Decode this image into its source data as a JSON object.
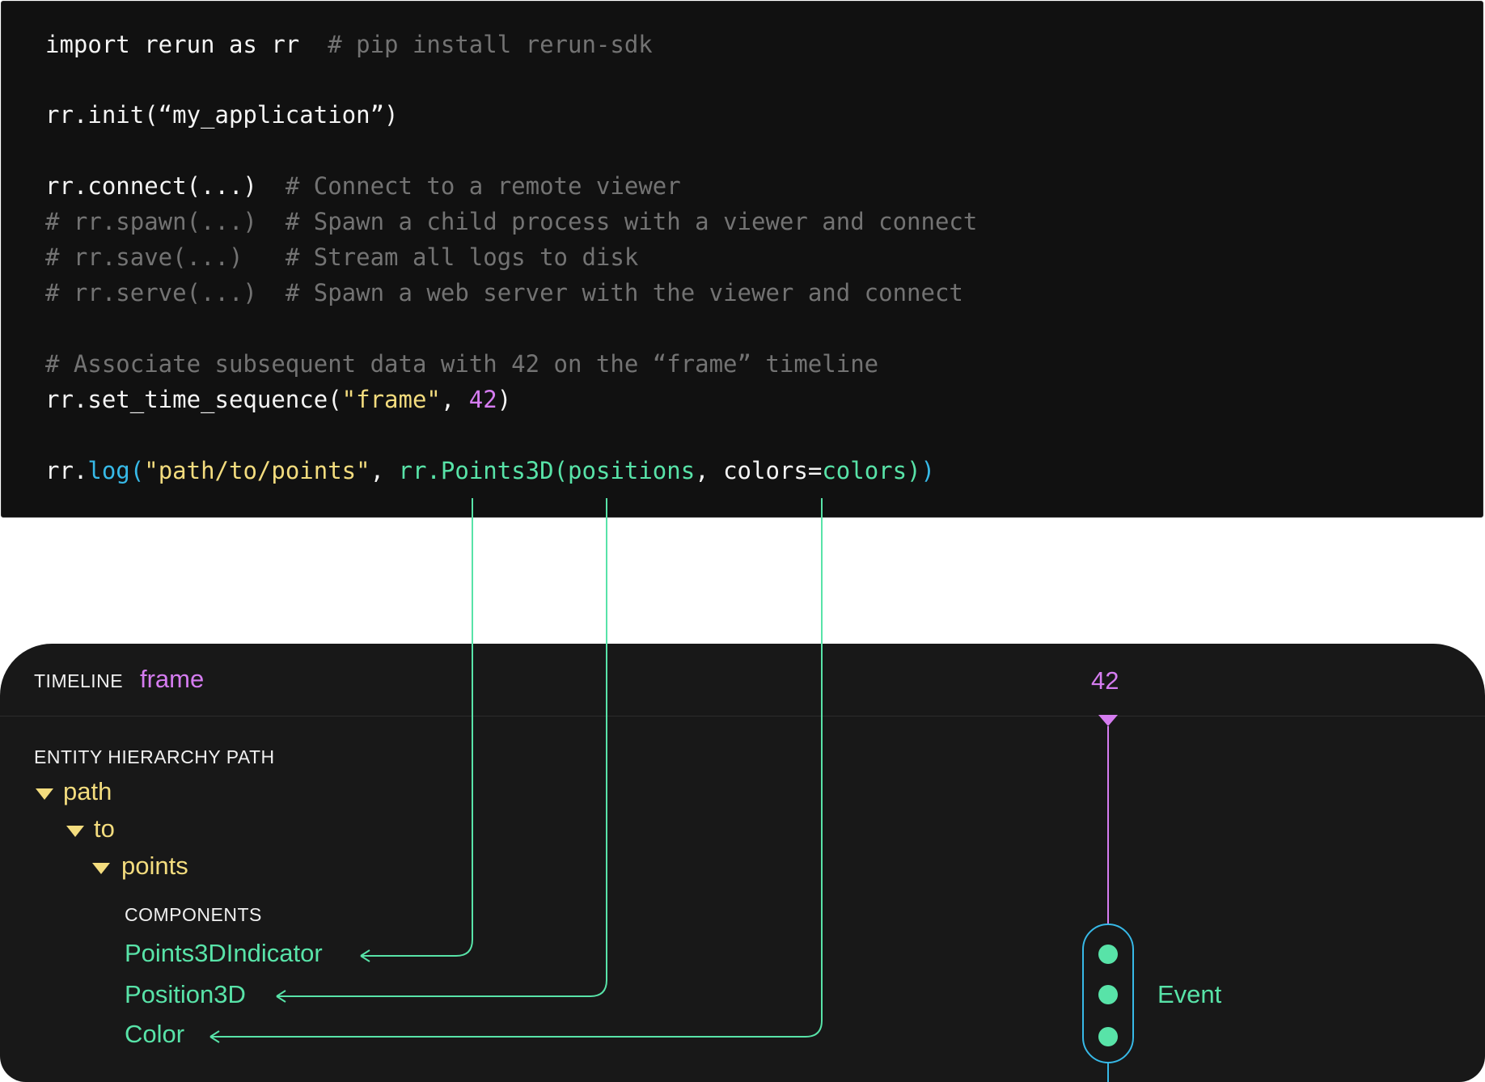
{
  "code": {
    "line_import": "import rerun as rr",
    "comment_install": "# pip install rerun-sdk",
    "line_init": "rr.init(“my_application”)",
    "line_connect": "rr.connect(...)",
    "comment_connect": "# Connect to a remote viewer",
    "line_spawn": "# rr.spawn(...)",
    "comment_spawn": "# Spawn a child process with a viewer and connect",
    "line_save": "# rr.save(...)",
    "comment_save": "# Stream all logs to disk",
    "line_serve": "# rr.serve(...)",
    "comment_serve": "# Spawn a web server with the viewer and connect",
    "comment_associate": "# Associate subsequent data with 42 on the “frame” timeline",
    "set_time": {
      "fn": "rr.set_time_sequence(",
      "arg_str": "\"frame\"",
      "sep": ", ",
      "arg_num": "42",
      "close": ")"
    },
    "log": {
      "prefix": "rr.",
      "fn": "log(",
      "path": "\"path/to/points\"",
      "sep1": ", ",
      "archetype": "rr.Points3D(",
      "positions": "positions",
      "sep2": ", ",
      "colors_kw": "colors=",
      "colors_val": "colors",
      "close1": ")",
      "close2": ")"
    }
  },
  "timeline": {
    "label": "TIMELINE",
    "name": "frame",
    "marker_value": "42",
    "event_label": "Event"
  },
  "entity": {
    "header": "ENTITY HIERARCHY PATH",
    "path": [
      "path",
      "to",
      "points"
    ],
    "components_header": "COMPONENTS",
    "components": [
      "Points3DIndicator",
      "Position3D",
      "Color"
    ]
  },
  "colors": {
    "code_bg": "#111111",
    "panel_bg": "#181818",
    "green": "#58e3a8",
    "yellow": "#f3dc7e",
    "purple": "#d57cf0",
    "blue": "#37b9e7",
    "comment": "#737373"
  }
}
